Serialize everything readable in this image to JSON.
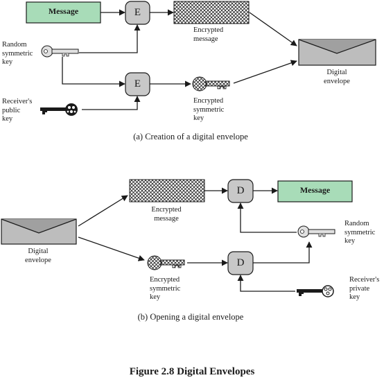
{
  "creation": {
    "message_label": "Message",
    "encrypt_op": "E",
    "encrypted_message_label": [
      "Encrypted",
      "message"
    ],
    "random_key_label": [
      "Random",
      "symmetric",
      "key"
    ],
    "receiver_public_key_label": [
      "Receiver's",
      "public",
      "key"
    ],
    "encrypted_symmetric_key_label": [
      "Encrypted",
      "symmetric",
      "key"
    ],
    "digital_envelope_label": [
      "Digital",
      "envelope"
    ],
    "caption": "(a) Creation of a digital envelope"
  },
  "opening": {
    "digital_envelope_label": [
      "Digital",
      "envelope"
    ],
    "encrypted_message_label": [
      "Encrypted",
      "message"
    ],
    "decrypt_op": "D",
    "message_label": "Message",
    "random_key_label": [
      "Random",
      "symmetric",
      "key"
    ],
    "encrypted_symmetric_key_label": [
      "Encrypted",
      "symmetric",
      "key"
    ],
    "receiver_private_key_label": [
      "Receiver's",
      "private",
      "key"
    ],
    "caption": "(b) Opening a digital envelope"
  },
  "figure_title": "Figure 2.8  Digital Envelopes",
  "colors": {
    "message_fill": "#a8dcb8",
    "operation_fill": "#c8c8c8",
    "envelope_fill": "#bdbdbd",
    "line": "#1a1a1a"
  },
  "icons": [
    "key-icon",
    "encrypted-key-icon",
    "envelope-icon",
    "hatched-block"
  ]
}
